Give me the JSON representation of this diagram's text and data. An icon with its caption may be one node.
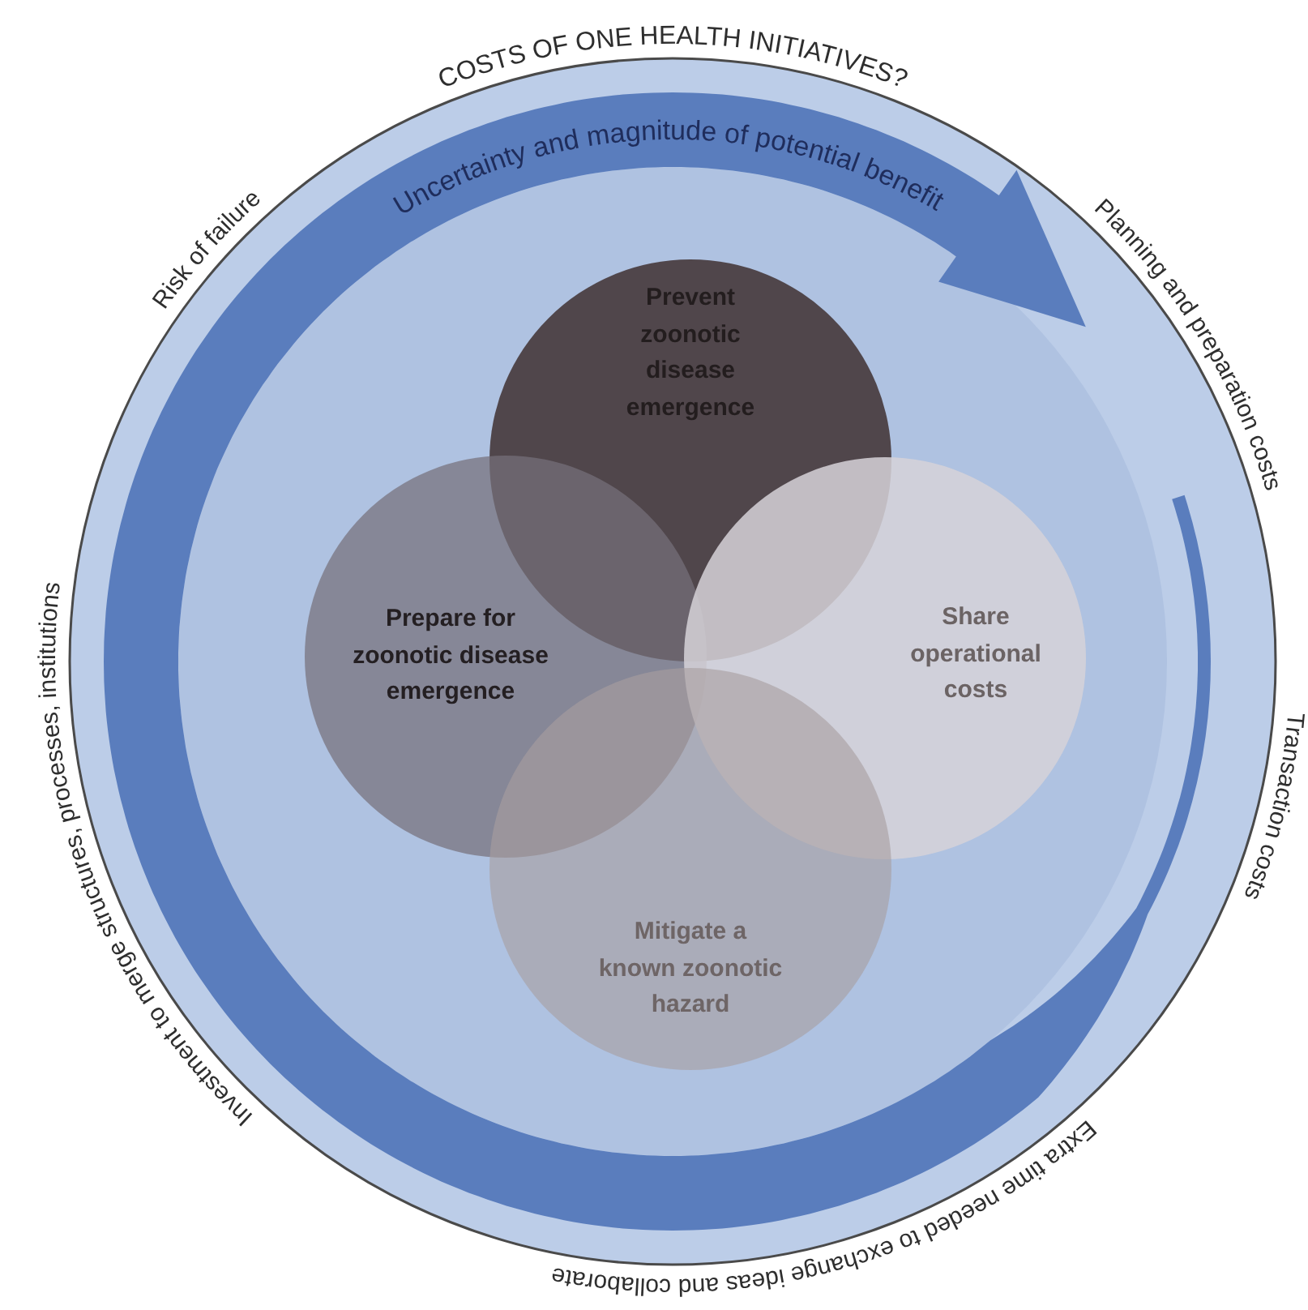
{
  "diagram": {
    "title": "COSTS OF ONE HEALTH INITIATIVES?",
    "nodes": [
      {
        "text": [
          "Prevent zoonotic disease emergence"
        ]
      },
      {
        "text": [
          "Prepare for zoonotic disease emergence"
        ]
      },
      {
        "text": [
          "Share operational costs"
        ]
      },
      {
        "text": [
          "Mitigate a known zoonotic hazard"
        ]
      }
    ],
    "labels": [
      "Uncertainty and magnitude of potential benefit",
      "Risk of failure",
      "Planning and preparation costs",
      "Investment to merge structures, processes, institutions",
      "Transaction costs",
      "Extra time needed to exchange ideas and collaborate"
    ]
  }
}
